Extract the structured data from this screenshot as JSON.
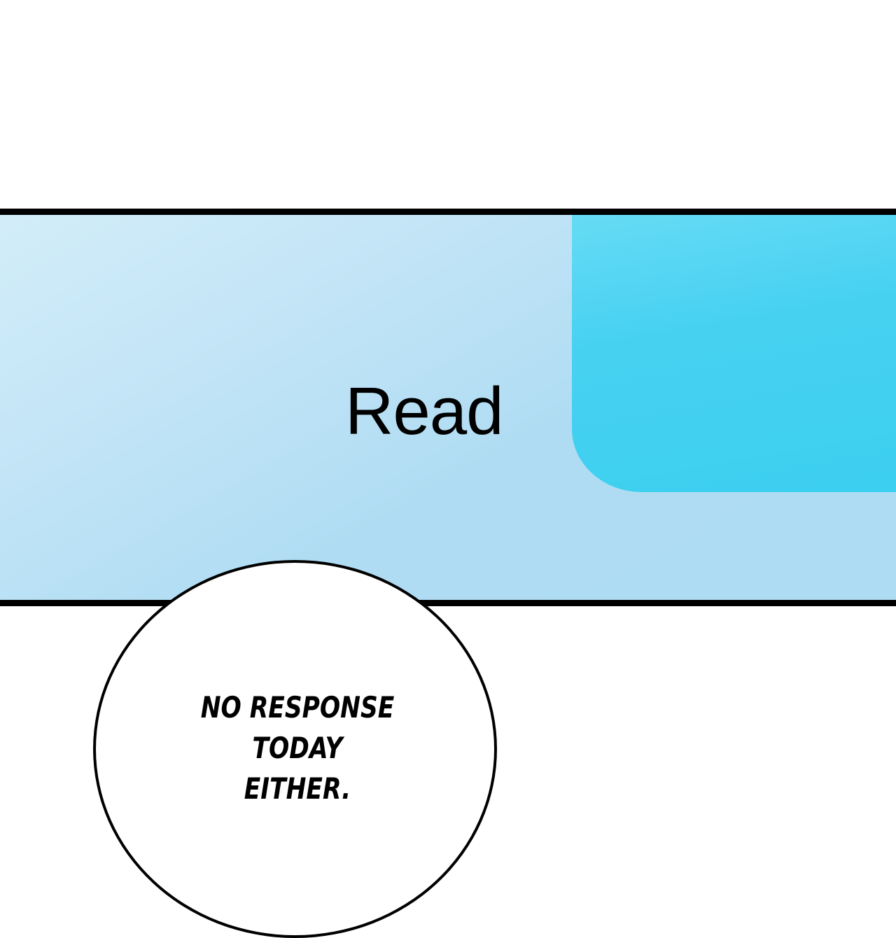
{
  "panel": {
    "status_label": "Read",
    "colors": {
      "panel_bg": "#aedcf3",
      "message_bubble": "#3ecff0",
      "border": "#000000"
    }
  },
  "speech_bubble": {
    "lines": [
      "NO RESPONSE",
      "TODAY EITHER."
    ]
  }
}
